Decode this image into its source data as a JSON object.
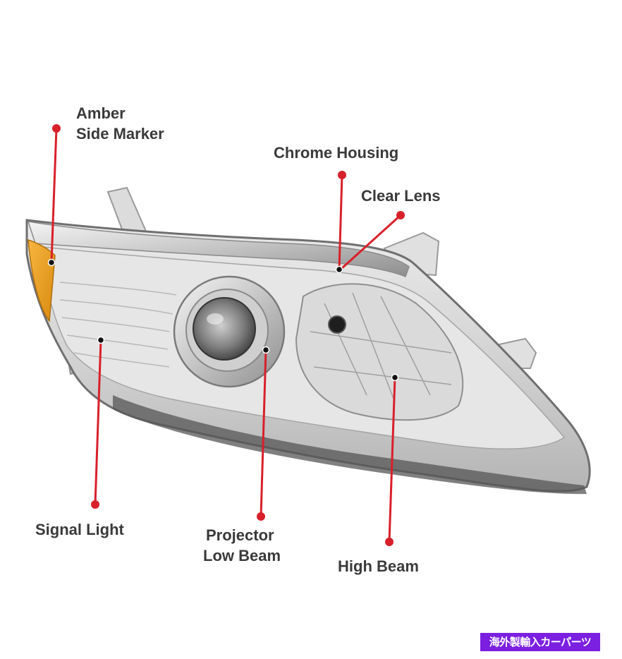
{
  "callouts": {
    "amber_side_marker": {
      "line1": "Amber",
      "line2": "Side Marker"
    },
    "chrome_housing": {
      "text": "Chrome Housing"
    },
    "clear_lens": {
      "text": "Clear Lens"
    },
    "signal_light": {
      "text": "Signal Light"
    },
    "projector_low_beam": {
      "line1": "Projector",
      "line2": "Low Beam"
    },
    "high_beam": {
      "text": "High Beam"
    }
  },
  "badge": {
    "text": "海外製輸入カーパーツ"
  },
  "colors": {
    "callout_line": "#d8202a",
    "label_text": "#3a3a3a",
    "amber_lens": "#f0a020",
    "badge_bg": "#7b1fe0"
  }
}
